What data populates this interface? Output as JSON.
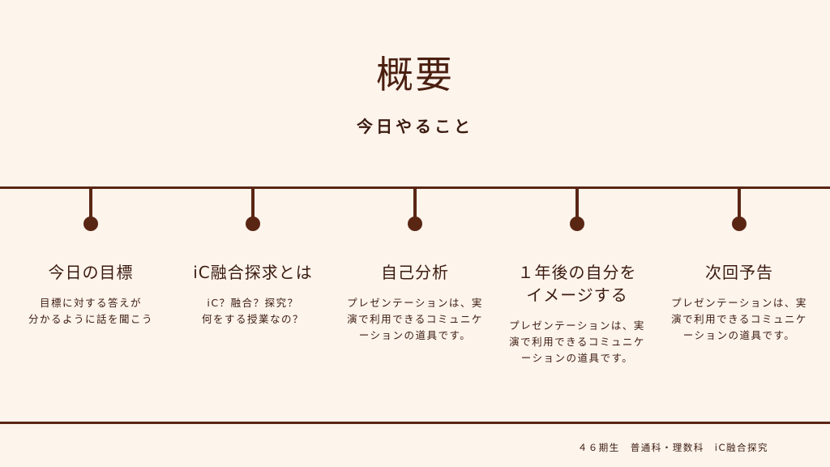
{
  "title": "概要",
  "subtitle": "今日やること",
  "items": [
    {
      "title": "今日の目標",
      "body": "目標に対する答えが\n分かるように話を聞こう"
    },
    {
      "title": "iC融合探求とは",
      "body": "iC？融合？探究？\n何をする授業なの？"
    },
    {
      "title": "自己分析",
      "body": "プレゼンテーションは、実\n演で利用できるコミュニケ\nーションの道具です。"
    },
    {
      "title": "１年後の自分を\nイメージする",
      "body": "プレゼンテーションは、実\n演で利用できるコミュニケ\nーションの道具です。"
    },
    {
      "title": "次回予告",
      "body": "プレゼンテーションは、実\n演で利用できるコミュニケ\nーションの道具です。"
    }
  ],
  "footer": "４６期生　普通科・理数科　iC融合探究",
  "colors": {
    "background": "#fdf4ec",
    "accent": "#5a2614",
    "text": "#3b1b0f"
  }
}
